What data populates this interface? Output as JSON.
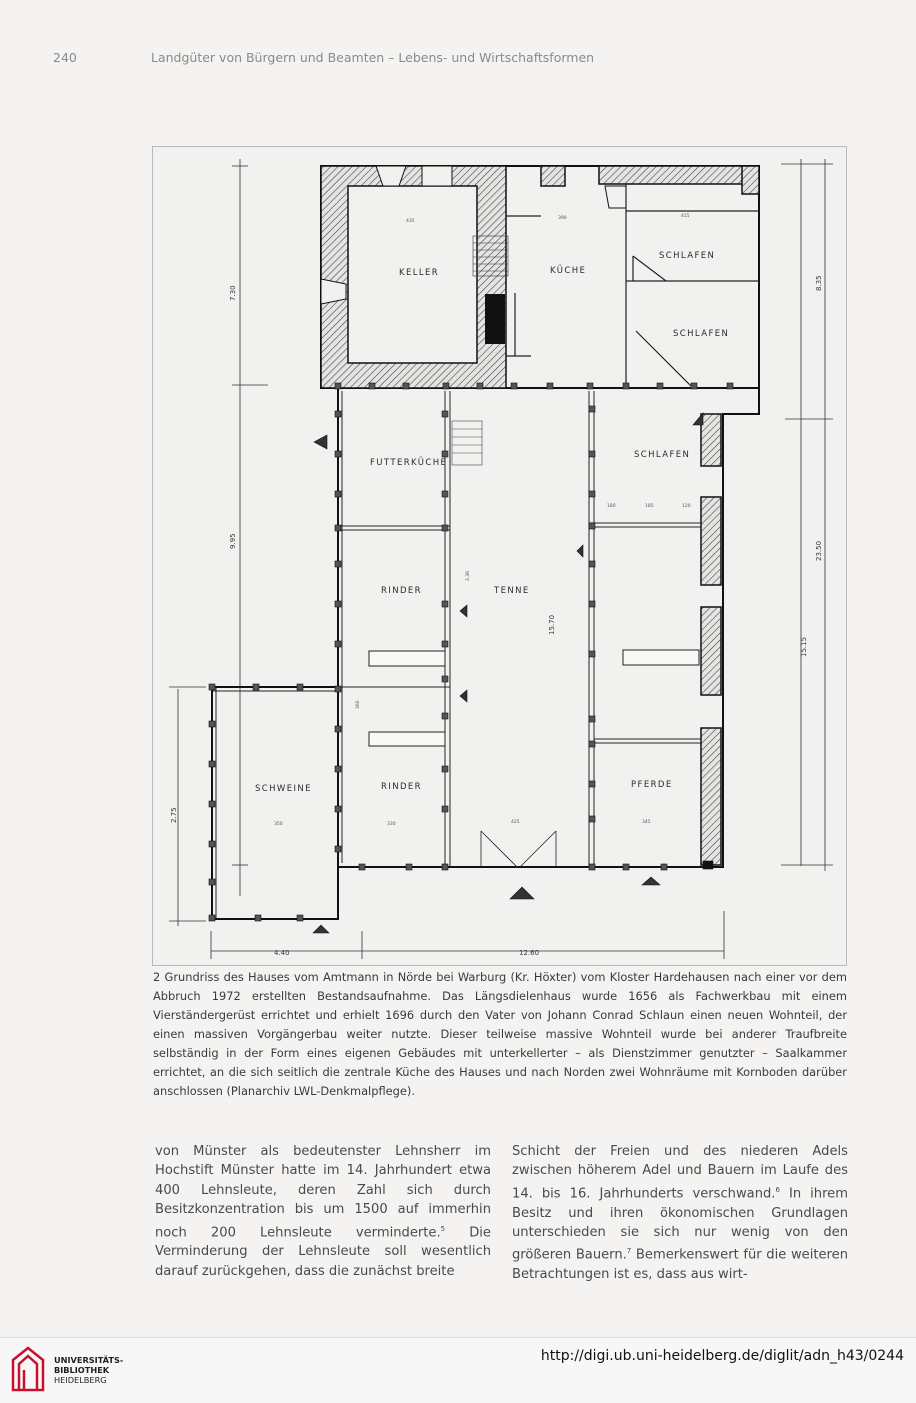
{
  "header": {
    "page_number": "240",
    "running_title": "Landgüter von Bürgern und Beamten – Lebens- und Wirtschaftsformen"
  },
  "plan": {
    "rooms": {
      "keller": "KELLER",
      "kueche": "KÜCHE",
      "schlafen_1": "SCHLAFEN",
      "schlafen_2": "SCHLAFEN",
      "schlafen_3": "SCHLAFEN",
      "futterkueche": "FUTTERKÜCHE",
      "rinder_1": "RINDER",
      "tenne": "TENNE",
      "rinder_2": "RINDER",
      "schweine": "SCHWEINE",
      "pferde": "PFERDE"
    },
    "dimensions": {
      "d_730": "7.30",
      "d_835": "8.35",
      "d_995": "9.95",
      "d_2350": "23.50",
      "d_1515": "15.15",
      "d_1570": "15.70",
      "d_275": "2.75",
      "d_440": "4.40",
      "d_1260": "12.60"
    },
    "small_labels": {
      "t_435": "435",
      "t_390": "390",
      "t_415": "415",
      "t_350": "350",
      "t_330": "330",
      "t_425": "425",
      "t_345": "345",
      "t_180": "180",
      "t_185": "185",
      "t_120": "120",
      "t_236": "2,36",
      "t_360": "360"
    }
  },
  "caption": {
    "text": "2 Grundriss des Hauses vom Amtmann in Nörde bei Warburg (Kr. Höxter) vom Kloster Hardehausen nach einer vor dem Abbruch 1972 erstellten Bestandsaufnahme. Das Längsdielenhaus wurde 1656 als Fachwerkbau mit einem Vierständergerüst errichtet und erhielt 1696 durch den Vater von Johann Conrad Schlaun einen neuen Wohnteil, der einen massiven Vorgängerbau weiter nutzte. Dieser teilweise massive Wohnteil wurde bei anderer Traufbreite selbständig in der Form eines eigenen Gebäudes mit unterkellerter – als Dienstzimmer genutzter – Saalkammer errichtet, an die sich seitlich die zentrale Küche des Hauses und nach Norden zwei Wohnräume mit Kornboden darüber anschlossen (Planarchiv LWL-Denkmalpflege)."
  },
  "body": {
    "col1_text": "von Münster als bedeutenster Lehnsherr im Hochstift Münster hatte im 14. Jahrhundert etwa 400 Lehnsleute, deren Zahl sich durch Besitzkonzentration bis um 1500 auf immerhin noch 200 Lehnsleute verminderte.",
    "col1_note": "5",
    "col1_text2": " Die Verminderung der Lehnsleute soll wesentlich darauf zurückgehen, dass die zunächst breite",
    "col2_text": "Schicht der Freien und des niederen Adels zwischen höherem Adel und Bauern im Laufe des 14. bis 16. Jahrhunderts verschwand.",
    "col2_note1": "6",
    "col2_text2": " In ihrem Besitz und ihren ökonomischen Grundlagen unterschieden sie sich nur wenig von den größeren Bauern.",
    "col2_note2": "7",
    "col2_text3": " Bemerkenswert für die weiteren Betrachtungen ist es, dass aus wirt-"
  },
  "footer": {
    "library_line1": "UNIVERSITÄTS-",
    "library_line2": "BIBLIOTHEK",
    "library_line3": "HEIDELBERG",
    "url": "http://digi.ub.uni-heidelberg.de/diglit/adn_h43/0244",
    "logo_color": "#c8102e"
  }
}
